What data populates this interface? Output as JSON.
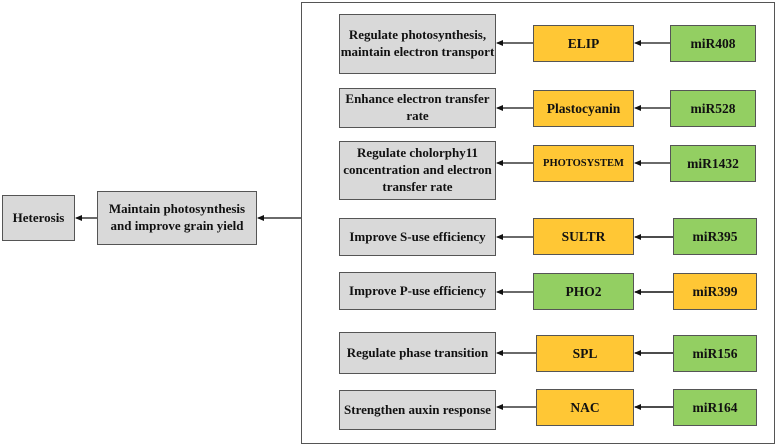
{
  "heterosis": "Heterosis",
  "maintain": "Maintain photosynthesis and improve grain yield",
  "rows": [
    {
      "effect": "Regulate photosynthesis, maintain electron transport",
      "target": "ELIP",
      "mirna": "miR408",
      "target_color": "#ffc735",
      "mirna_color": "#93cf62"
    },
    {
      "effect": "Enhance electron transfer rate",
      "target": "Plastocyanin",
      "mirna": "miR528",
      "target_color": "#ffc735",
      "mirna_color": "#93cf62"
    },
    {
      "effect": "Regulate cholorphy11 concentration and electron transfer rate",
      "target": "PHOTOSYSTEM",
      "mirna": "miR1432",
      "target_color": "#ffc735",
      "mirna_color": "#93cf62"
    },
    {
      "effect": "Improve S-use efficiency",
      "target": "SULTR",
      "mirna": "miR395",
      "target_color": "#ffc735",
      "mirna_color": "#93cf62"
    },
    {
      "effect": "Improve P-use efficiency",
      "target": "PHO2",
      "mirna": "miR399",
      "target_color": "#93cf62",
      "mirna_color": "#ffc735"
    },
    {
      "effect": "Regulate phase transition",
      "target": "SPL",
      "mirna": "miR156",
      "target_color": "#ffc735",
      "mirna_color": "#93cf62"
    },
    {
      "effect": "Strengthen auxin response",
      "target": "NAC",
      "mirna": "miR164",
      "target_color": "#ffc735",
      "mirna_color": "#93cf62"
    }
  ]
}
